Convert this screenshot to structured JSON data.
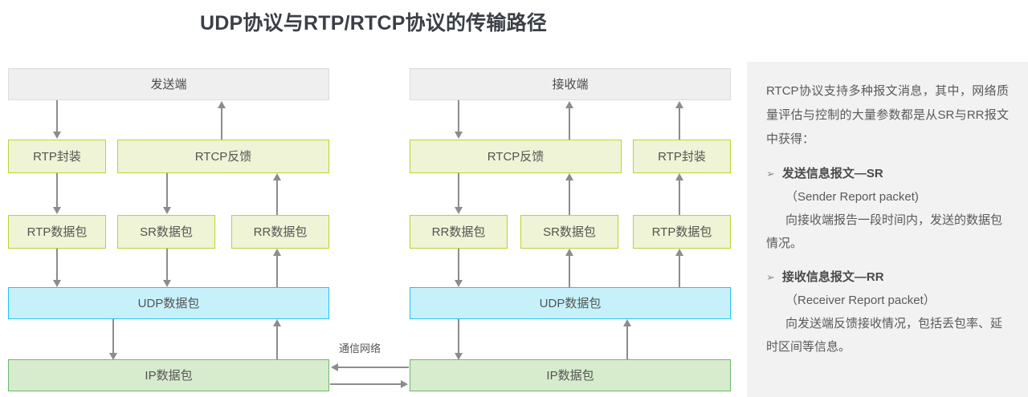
{
  "title": "UDP协议与RTP/RTCP协议的传输路径",
  "diagram": {
    "network_label": "通信网络",
    "sender": {
      "endpoint": "发送端",
      "layer2": [
        {
          "label": "RTP封装"
        },
        {
          "label": "RTCP反馈"
        }
      ],
      "layer3": [
        {
          "label": "RTP数据包"
        },
        {
          "label": "SR数据包"
        },
        {
          "label": "RR数据包"
        }
      ],
      "udp": "UDP数据包",
      "ip": "IP数据包"
    },
    "receiver": {
      "endpoint": "接收端",
      "layer2": [
        {
          "label": "RTCP反馈"
        },
        {
          "label": "RTP封装"
        }
      ],
      "layer3": [
        {
          "label": "RR数据包"
        },
        {
          "label": "SR数据包"
        },
        {
          "label": "RTP数据包"
        }
      ],
      "udp": "UDP数据包",
      "ip": "IP数据包"
    }
  },
  "panel": {
    "intro": "RTCP协议支持多种报文消息，其中，网络质量评估与控制的大量参数都是从SR与RR报文中获得：",
    "bullet_glyph": "➢",
    "items": [
      {
        "heading": "发送信息报文—SR",
        "english": "（Sender Report packet)",
        "body": "向接收端报告一段时间内，发送的数据包情况。"
      },
      {
        "heading": "接收信息报文—RR",
        "english": "（Receiver Report packet）",
        "body": "向发送端反馈接收情况，包括丢包率、延时区间等信息。"
      }
    ]
  },
  "colors": {
    "rtp_fill": "#eef4d5",
    "rtp_border": "#b8d432",
    "udp_fill": "#c6f1fb",
    "udp_border": "#25c4ee",
    "ip_fill": "#d7ebcd",
    "ip_border": "#6cb96c",
    "endpoint_fill": "#efefef",
    "panel_bg": "#f2f2f2",
    "arrow": "#8c8c8c"
  }
}
